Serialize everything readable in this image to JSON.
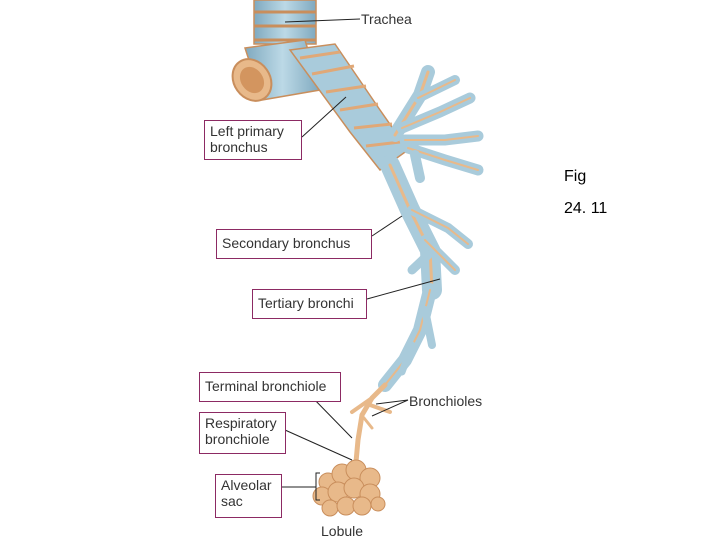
{
  "labels": {
    "trachea": "Trachea",
    "left_primary_bronchus": [
      "Left primary",
      "bronchus"
    ],
    "secondary_bronchus": "Secondary  bronchus",
    "tertiary_bronchi": "Tertiary bronchi",
    "terminal_bronchiole": "Terminal  bronchiole",
    "respiratory_bronchiole": [
      "Respiratory",
      "bronchiole"
    ],
    "alveolar_sac": [
      "Alveolar",
      "sac"
    ],
    "bronchioles": "Bronchioles",
    "lobule": "Lobule"
  },
  "caption": {
    "line1": "Fig",
    "line2": "24. 11"
  },
  "colors": {
    "cartilage": "#a9cbdb",
    "cartilage_dark": "#7fa9bf",
    "tissue": "#e8b98a",
    "tissue_dark": "#c98e5c",
    "box_border": "#8c2a63",
    "leader": "#222222"
  }
}
